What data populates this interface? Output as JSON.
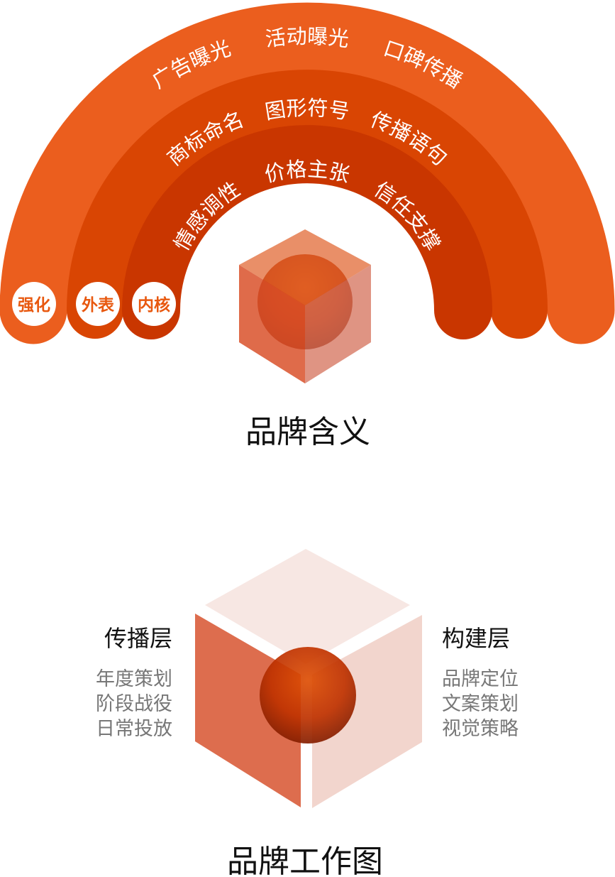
{
  "top_diagram": {
    "title": "品牌含义",
    "rings": [
      {
        "badge": "强化",
        "items": [
          "广告曝光",
          "活动曝光",
          "口碑传播"
        ],
        "color": "#eb5e1e"
      },
      {
        "badge": "外表",
        "items": [
          "商标命名",
          "图形符号",
          "传播语句"
        ],
        "color": "#d94503"
      },
      {
        "badge": "内核",
        "items": [
          "情感调性",
          "价格主张",
          "信任支撑"
        ],
        "color": "#c93600"
      }
    ]
  },
  "bottom_diagram": {
    "title": "品牌工作图",
    "left": {
      "heading": "传播层",
      "items": [
        "年度策划",
        "阶段战役",
        "日常投放"
      ]
    },
    "right": {
      "heading": "构建层",
      "items": [
        "品牌定位",
        "文案策划",
        "视觉策略"
      ]
    }
  }
}
